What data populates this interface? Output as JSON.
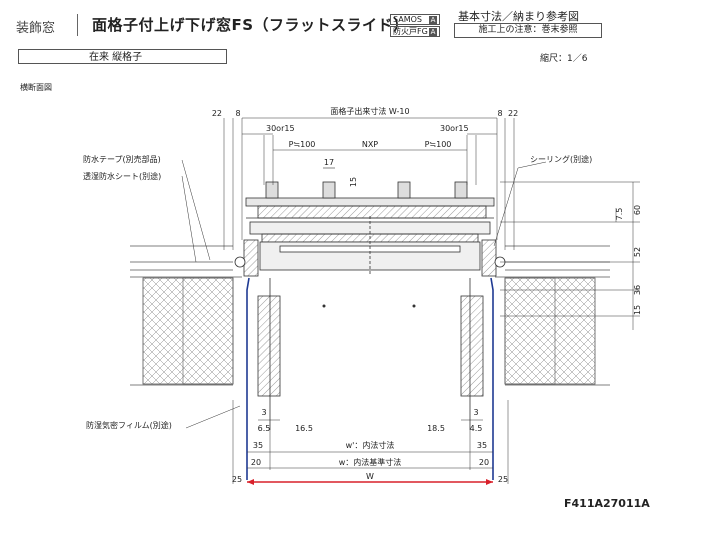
{
  "header": {
    "category": "装飾窓",
    "title": "面格子付上げ下げ窓FS（フラットスライド）",
    "badge1": "SAMOS",
    "badge1_mark": "A",
    "badge2": "防火戸FG",
    "badge2_mark": "A",
    "subtitle": "基本寸法／納まり参考図",
    "note": "施工上の注意：巻末参照"
  },
  "type_label": "在来 縦格子",
  "scale": "縮尺：1／6",
  "section_label": "横断面図",
  "drawing": {
    "labels": {
      "waterproof_tape": "防水テープ(別売部品)",
      "moisture_sheet": "透湿防水シート(別途)",
      "sealing": "シーリング(別途)",
      "vapor_film": "防湿気密フィルム(別途)"
    },
    "dims_top": {
      "d22_left": "22",
      "d8_left": "8",
      "grille_width": "面格子出来寸法 W-10",
      "d8_right": "8",
      "d22_right": "22",
      "d30_left": "30or15",
      "d30_right": "30or15",
      "p_left": "P≒100",
      "nxp": "NXP",
      "p_right": "P≒100",
      "d17": "17",
      "d15": "15"
    },
    "dims_right": {
      "d7_5": "7.5",
      "d60": "60",
      "d52": "52",
      "d36": "36",
      "d15": "15"
    },
    "dims_bottom": {
      "d3_left": "3",
      "d6_5": "6.5",
      "d16_5": "16.5",
      "d18_5": "18.5",
      "d4_5": "4.5",
      "d3_right": "3",
      "d35_left": "35",
      "inner_w": "w'：内法寸法",
      "d35_right": "35",
      "d20_left": "20",
      "inner_std": "w：内法基準寸法",
      "d20_right": "20",
      "d25_left": "25",
      "w": "W",
      "d25_right": "25"
    }
  },
  "drawing_code": "F411A27011A",
  "colors": {
    "frame_outline": "#1f3a93",
    "width_dim": "#d9202a",
    "line": "#333333"
  }
}
